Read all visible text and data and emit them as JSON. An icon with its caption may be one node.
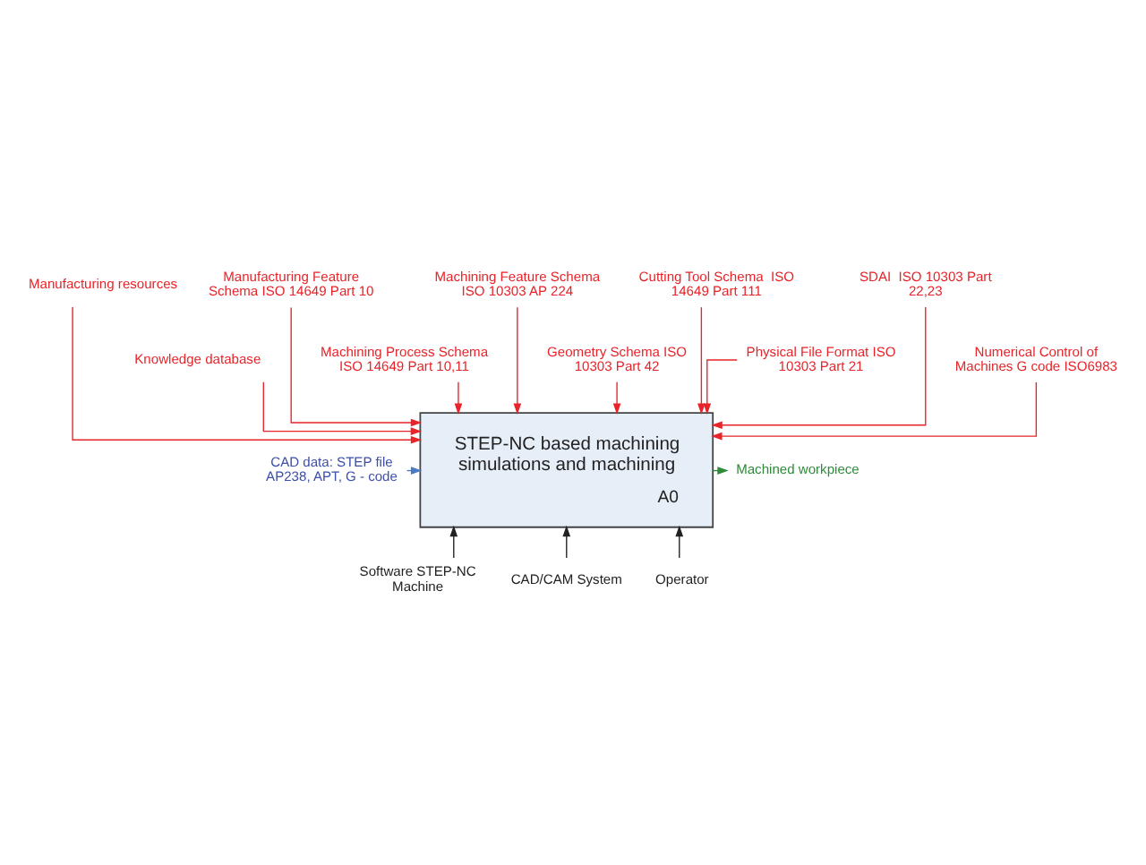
{
  "diagram": {
    "nodes": [
      {
        "text": [
          "STEP-NC based machining simulations and machining",
          "A0"
        ]
      },
      {
        "text": [
          "Manufacturing resources"
        ]
      },
      {
        "text": [
          "Knowledge database"
        ]
      },
      {
        "text": [
          "Manufacturing Feature Schema ISO 14649 Part 10"
        ]
      },
      {
        "text": [
          "Machining Process Schema ISO 14649 Part 10,11"
        ]
      },
      {
        "text": [
          "Machining Feature Schema ISO 10303 AP 224"
        ]
      },
      {
        "text": [
          "Geometry Schema ISO 10303 Part 42"
        ]
      },
      {
        "text": [
          "Cutting Tool Schema  ISO 14649 Part 111"
        ]
      },
      {
        "text": [
          "Physical File Format ISO 10303 Part 21"
        ]
      },
      {
        "text": [
          "SDAI  ISO 10303 Part 22,23"
        ]
      },
      {
        "text": [
          "Numerical Control of Machines G code ISO6983"
        ]
      },
      {
        "text": [
          "CAD data: STEP file AP238, APT, G - code"
        ]
      },
      {
        "text": [
          "Machined workpiece"
        ]
      },
      {
        "text": [
          "Software STEP-NC Machine"
        ]
      },
      {
        "text": [
          "CAD/CAM System"
        ]
      },
      {
        "text": [
          "Operator"
        ]
      }
    ],
    "edges": [
      {
        "from": 1,
        "to": 0,
        "arrow": "to"
      },
      {
        "from": 2,
        "to": 0,
        "arrow": "to"
      },
      {
        "from": 3,
        "to": 0,
        "arrow": "to"
      },
      {
        "from": 4,
        "to": 0,
        "arrow": "to"
      },
      {
        "from": 5,
        "to": 0,
        "arrow": "to"
      },
      {
        "from": 6,
        "to": 0,
        "arrow": "to"
      },
      {
        "from": 7,
        "to": 0,
        "arrow": "to"
      },
      {
        "from": 8,
        "to": 0,
        "arrow": "to"
      },
      {
        "from": 9,
        "to": 0,
        "arrow": "to"
      },
      {
        "from": 10,
        "to": 0,
        "arrow": "to"
      },
      {
        "from": 11,
        "to": 0,
        "arrow": "to",
        "color": "#4a7cc4"
      },
      {
        "from": 0,
        "to": 12,
        "arrow": "to",
        "color": "#2e8b3a"
      },
      {
        "from": 13,
        "to": 0,
        "arrow": "to",
        "color": "#222222"
      },
      {
        "from": 14,
        "to": 0,
        "arrow": "to",
        "color": "#222222"
      },
      {
        "from": 15,
        "to": 0,
        "arrow": "to",
        "color": "#222222"
      }
    ]
  }
}
